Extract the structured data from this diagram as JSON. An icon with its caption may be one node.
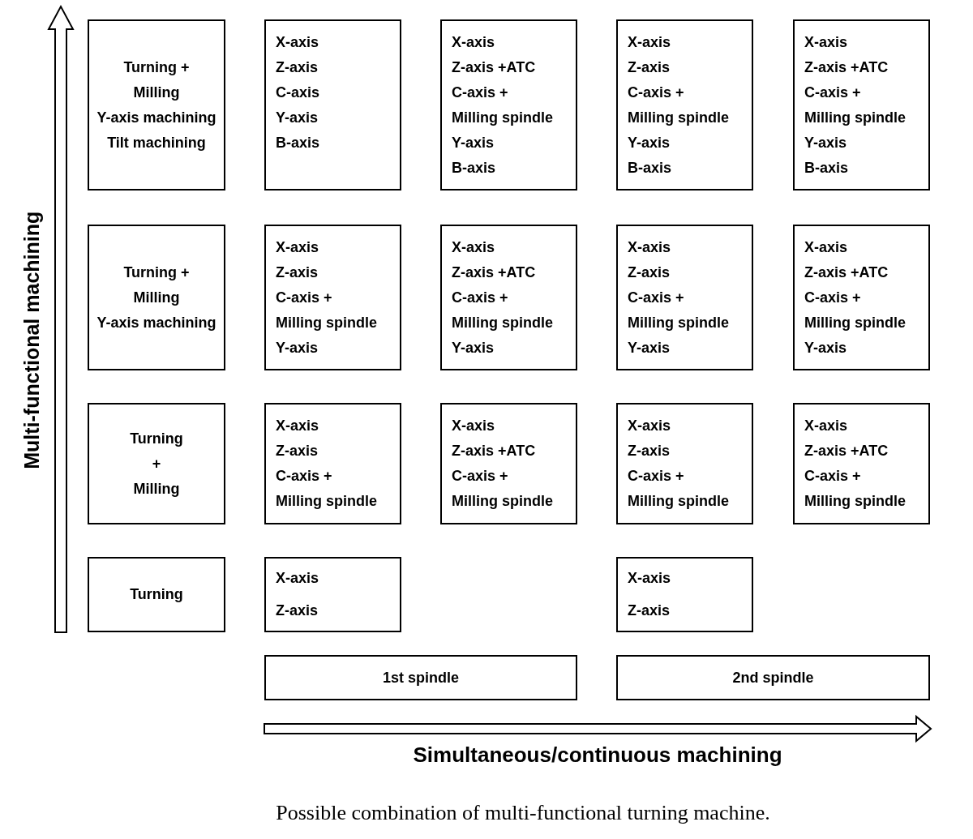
{
  "diagram": {
    "caption": "Possible combination of multi-functional turning machine.",
    "nodes": [
      {
        "text": [
          "Turning +",
          "Milling",
          "Y-axis machining",
          "Tilt machining"
        ]
      },
      {
        "text": [
          "X-axis",
          "Z-axis",
          "C-axis",
          "Y-axis",
          "B-axis"
        ]
      },
      {
        "text": [
          "X-axis",
          "Z-axis +ATC",
          "C-axis +",
          "Milling spindle",
          "Y-axis",
          "B-axis"
        ]
      },
      {
        "text": [
          "X-axis",
          "Z-axis",
          "C-axis +",
          "Milling spindle",
          "Y-axis",
          "B-axis"
        ]
      },
      {
        "text": [
          "X-axis",
          "Z-axis +ATC",
          "C-axis +",
          "Milling spindle",
          "Y-axis",
          "B-axis"
        ]
      },
      {
        "text": [
          "Turning +",
          "Milling",
          "Y-axis machining"
        ]
      },
      {
        "text": [
          "X-axis",
          "Z-axis",
          "C-axis +",
          "Milling spindle",
          "Y-axis"
        ]
      },
      {
        "text": [
          "X-axis",
          "Z-axis +ATC",
          "C-axis +",
          "Milling spindle",
          "Y-axis"
        ]
      },
      {
        "text": [
          "X-axis",
          "Z-axis",
          "C-axis +",
          "Milling spindle",
          "Y-axis"
        ]
      },
      {
        "text": [
          "X-axis",
          "Z-axis +ATC",
          "C-axis +",
          "Milling spindle",
          "Y-axis"
        ]
      },
      {
        "text": [
          "Turning",
          "+",
          "Milling"
        ]
      },
      {
        "text": [
          "X-axis",
          "Z-axis",
          "C-axis +",
          "Milling spindle"
        ]
      },
      {
        "text": [
          "X-axis",
          "Z-axis +ATC",
          "C-axis +",
          "Milling spindle"
        ]
      },
      {
        "text": [
          "X-axis",
          "Z-axis",
          "C-axis +",
          "Milling spindle"
        ]
      },
      {
        "text": [
          "X-axis",
          "Z-axis +ATC",
          "C-axis +",
          "Milling spindle"
        ]
      },
      {
        "text": [
          "Turning"
        ]
      },
      {
        "text": [
          "X-axis",
          "Z-axis"
        ]
      },
      {
        "text": [
          "X-axis",
          "Z-axis"
        ]
      },
      {
        "text": [
          "1st spindle"
        ]
      },
      {
        "text": [
          "2nd spindle"
        ]
      }
    ],
    "labels": [
      "Multi-functional machining",
      "Simultaneous/continuous machining"
    ]
  }
}
